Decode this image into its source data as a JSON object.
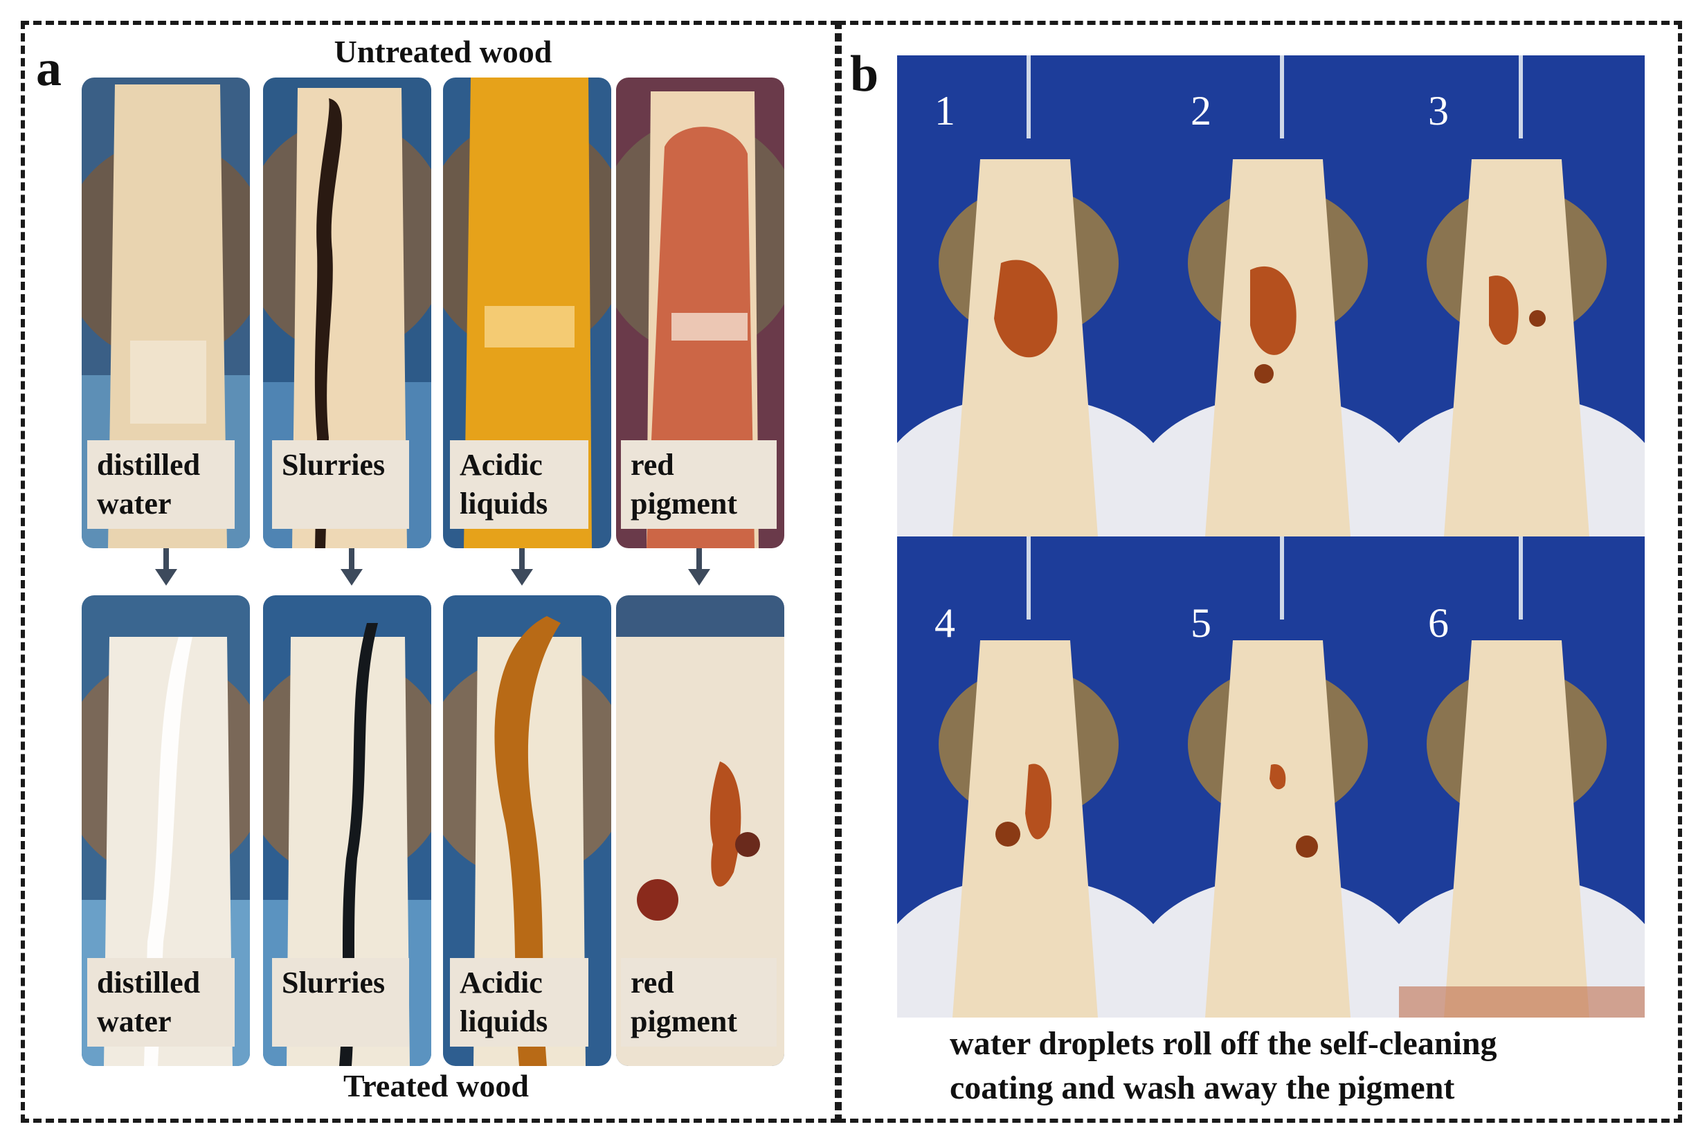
{
  "panel_a": {
    "letter": "a",
    "top_heading": "Untreated wood",
    "bottom_heading": "Treated wood",
    "untreated_labels": [
      {
        "line1": "distilled",
        "line2": "water"
      },
      {
        "line1": "Slurries",
        "line2": ""
      },
      {
        "line1": "Acidic",
        "line2": "liquids"
      },
      {
        "line1": "red",
        "line2": "pigment"
      }
    ],
    "treated_labels": [
      {
        "line1": "distilled",
        "line2": "water"
      },
      {
        "line1": "Slurries",
        "line2": ""
      },
      {
        "line1": "Acidic",
        "line2": "liquids"
      },
      {
        "line1": "red",
        "line2": "pigment"
      }
    ]
  },
  "panel_b": {
    "letter": "b",
    "frame_numbers": [
      "1",
      "2",
      "3",
      "4",
      "5",
      "6"
    ],
    "caption_line1": "water droplets roll off the self-cleaning",
    "caption_line2": "coating and wash away the pigment"
  },
  "colors": {
    "border": "#1a1a1a",
    "label_bg": "#ece4d8",
    "arrow": "#3d4a5c",
    "backdrop_blue": "#1d3d9a",
    "wood": "#e8d6b6",
    "pigment": "#b5501e"
  }
}
